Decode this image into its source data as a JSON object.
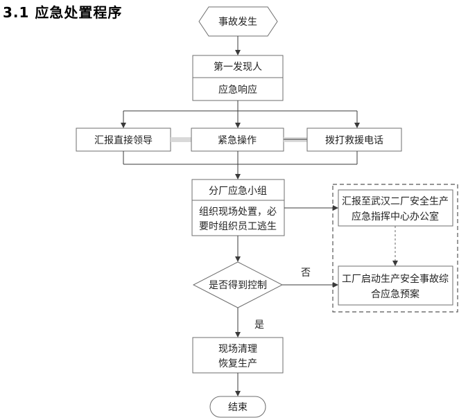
{
  "title": "3.1 应急处置程序",
  "nodes": {
    "start": "事故发生",
    "first_finder": "第一发现人",
    "emergency_response": "应急响应",
    "report_leader": "汇报直接领导",
    "emergency_operation": "紧急操作",
    "call_rescue": "拨打救援电话",
    "branch_group": "分厂应急小组",
    "organize_line1": "组织现场处置，必",
    "organize_line2": "要时组织员工逃生",
    "report_center_line1": "汇报至武汉二厂安全生产",
    "report_center_line2": "应急指挥中心办公室",
    "start_plan_line1": "工厂启动生产安全事故综",
    "start_plan_line2": "合应急预案",
    "decision": "是否得到控制",
    "cleanup_line1": "现场清理",
    "cleanup_line2": "恢复生产",
    "end": "结束"
  },
  "edge_labels": {
    "no": "否",
    "yes": "是"
  }
}
